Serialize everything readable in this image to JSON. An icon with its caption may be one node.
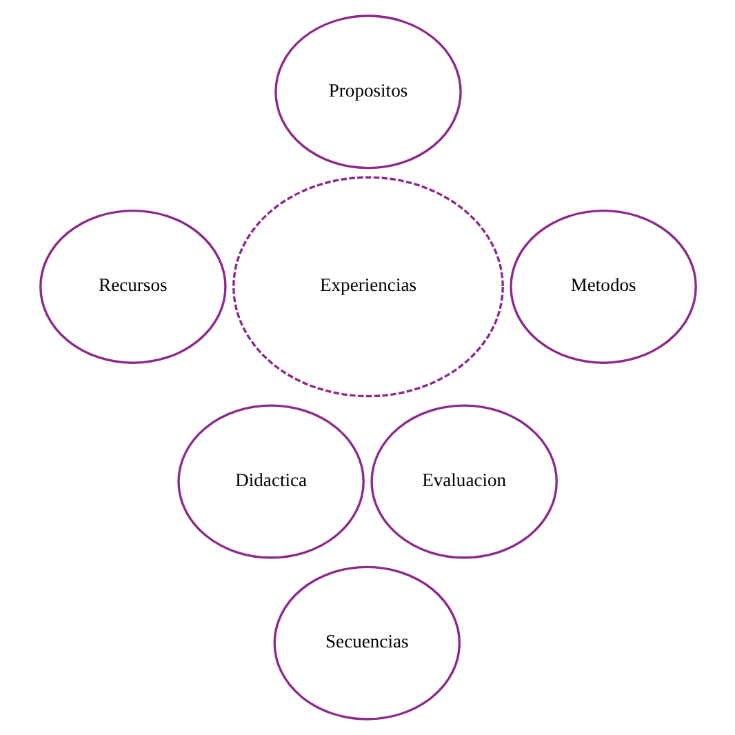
{
  "diagram": {
    "nodes": [
      {
        "text": [
          "Propositos"
        ]
      },
      {
        "text": [
          "Recursos"
        ]
      },
      {
        "text": [
          "Metodos"
        ]
      },
      {
        "text": [
          "Experiencias"
        ]
      },
      {
        "text": [
          "Didactica"
        ]
      },
      {
        "text": [
          "Evaluacion"
        ]
      },
      {
        "text": [
          "Secuencias"
        ]
      }
    ]
  }
}
